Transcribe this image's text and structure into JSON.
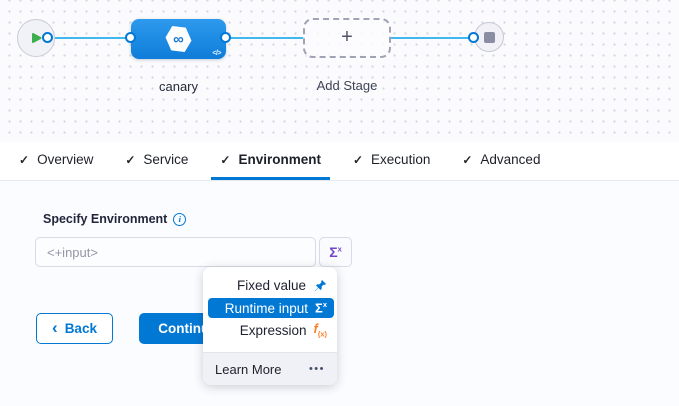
{
  "icons": {
    "check": "✓",
    "plus": "+",
    "chevron_left": "‹",
    "info": "i",
    "sigma": "Σ",
    "sigma_sup": "x",
    "fx_base": "f",
    "fx_sub": "(x)",
    "infinity": "∞",
    "code": "</>",
    "more_dots": "•••"
  },
  "canvas": {
    "stage_label": "canary",
    "add_stage_label": "Add Stage"
  },
  "tabs": [
    {
      "label": "Overview"
    },
    {
      "label": "Service"
    },
    {
      "label": "Environment"
    },
    {
      "label": "Execution"
    },
    {
      "label": "Advanced"
    }
  ],
  "form": {
    "label": "Specify Environment",
    "input_value": "<+input>"
  },
  "dropdown": {
    "items": [
      {
        "label": "Fixed value"
      },
      {
        "label": "Runtime input"
      },
      {
        "label": "Expression"
      }
    ],
    "footer_label": "Learn More"
  },
  "actions": {
    "back": "Back",
    "continue": "Continue"
  },
  "colors": {
    "primary_blue": "#0278d5",
    "node_blue": "#1987e2",
    "edge_blue": "#3eb8ee",
    "runtime_purple": "#7244c9",
    "expression_orange": "#ff7e29",
    "play_green": "#3eaf4e"
  }
}
